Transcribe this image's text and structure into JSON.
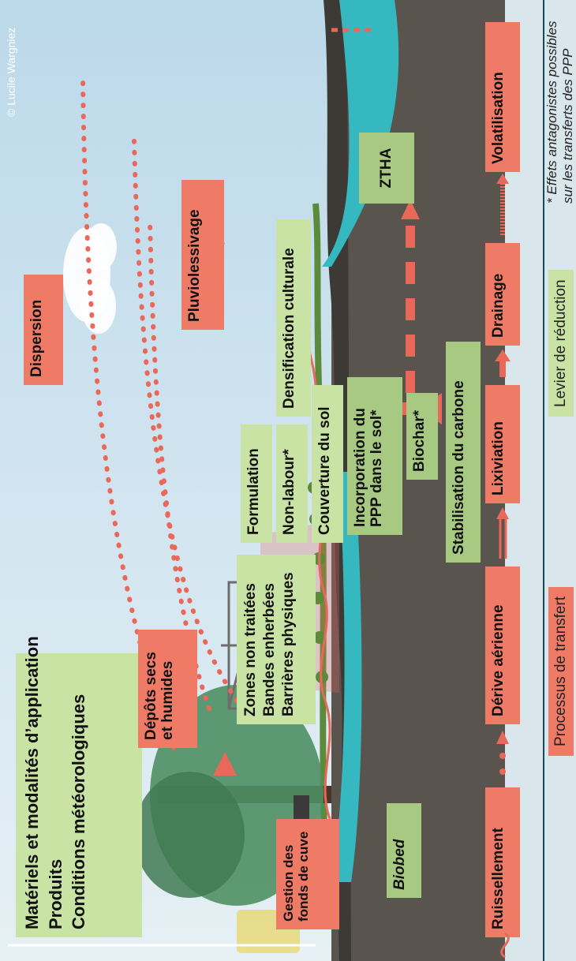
{
  "credit": "© Lucile Wargniez",
  "factors": [
    "Matériels et modalités d’application",
    "Produits",
    "Conditions météorologiques"
  ],
  "reduction_levers": {
    "tank": [
      "Gestion des",
      "fonds de cuve"
    ],
    "biobed": "Biobed",
    "buffer": [
      "Zones non traitées",
      "Bandes enherbées",
      "Barrières physiques"
    ],
    "formulation": "Formulation",
    "no_till": "Non-labour*",
    "soil_cover": "Couverture du sol",
    "incorporation": [
      "Incorporation du",
      "PPP dans le sol*"
    ],
    "biochar": "Biochar*",
    "carbon": "Stabilisation du carbone",
    "crop_density": "Densification culturale",
    "ztha": "ZTHA"
  },
  "processes": {
    "dispersion": "Dispersion",
    "pluviolessivage": "Pluviolessivage",
    "deposits": [
      "Dépôts secs",
      "et humides"
    ],
    "ruissellement": "Ruissellement",
    "derive": "Dérive aérienne",
    "lixiviation": "Lixiviation",
    "drainage": "Drainage",
    "volatilisation": "Volatilisation"
  },
  "legend": {
    "processus": "Processus de transfert",
    "levier": "Levier de réduction",
    "note": [
      "* Effets antagonistes possibles",
      "sur les transferts des PPP"
    ]
  },
  "colors": {
    "process": "#ef7a66",
    "lever": "#c8e3a3",
    "lever_dark": "#a7c982",
    "soil": "#5a544f",
    "water": "#36b8c0",
    "sky": "#cfe3ef",
    "arrow": "#e8685a"
  }
}
